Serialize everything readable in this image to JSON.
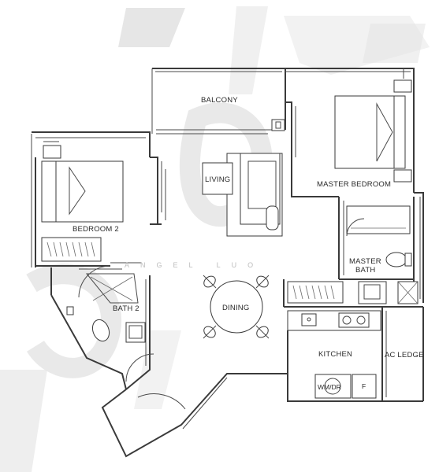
{
  "rooms": {
    "balcony": "BALCONY",
    "living": "LIVING",
    "master_bedroom": "MASTER BEDROOM",
    "bedroom_2": "BEDROOM 2",
    "master_bath_line1": "MASTER",
    "master_bath_line2": "BATH",
    "dining": "DINING",
    "bath_2": "BATH 2",
    "kitchen": "KITCHEN",
    "ac_ledge": "AC LEDGE",
    "wm_dr": "WM/DR",
    "fridge": "F"
  },
  "watermark": {
    "center_text": "ANGEL LUO",
    "color": "#c8c8c8"
  },
  "colors": {
    "wall": "#3a3a3a",
    "background": "#ffffff",
    "watermark": "#d4d4d4"
  }
}
